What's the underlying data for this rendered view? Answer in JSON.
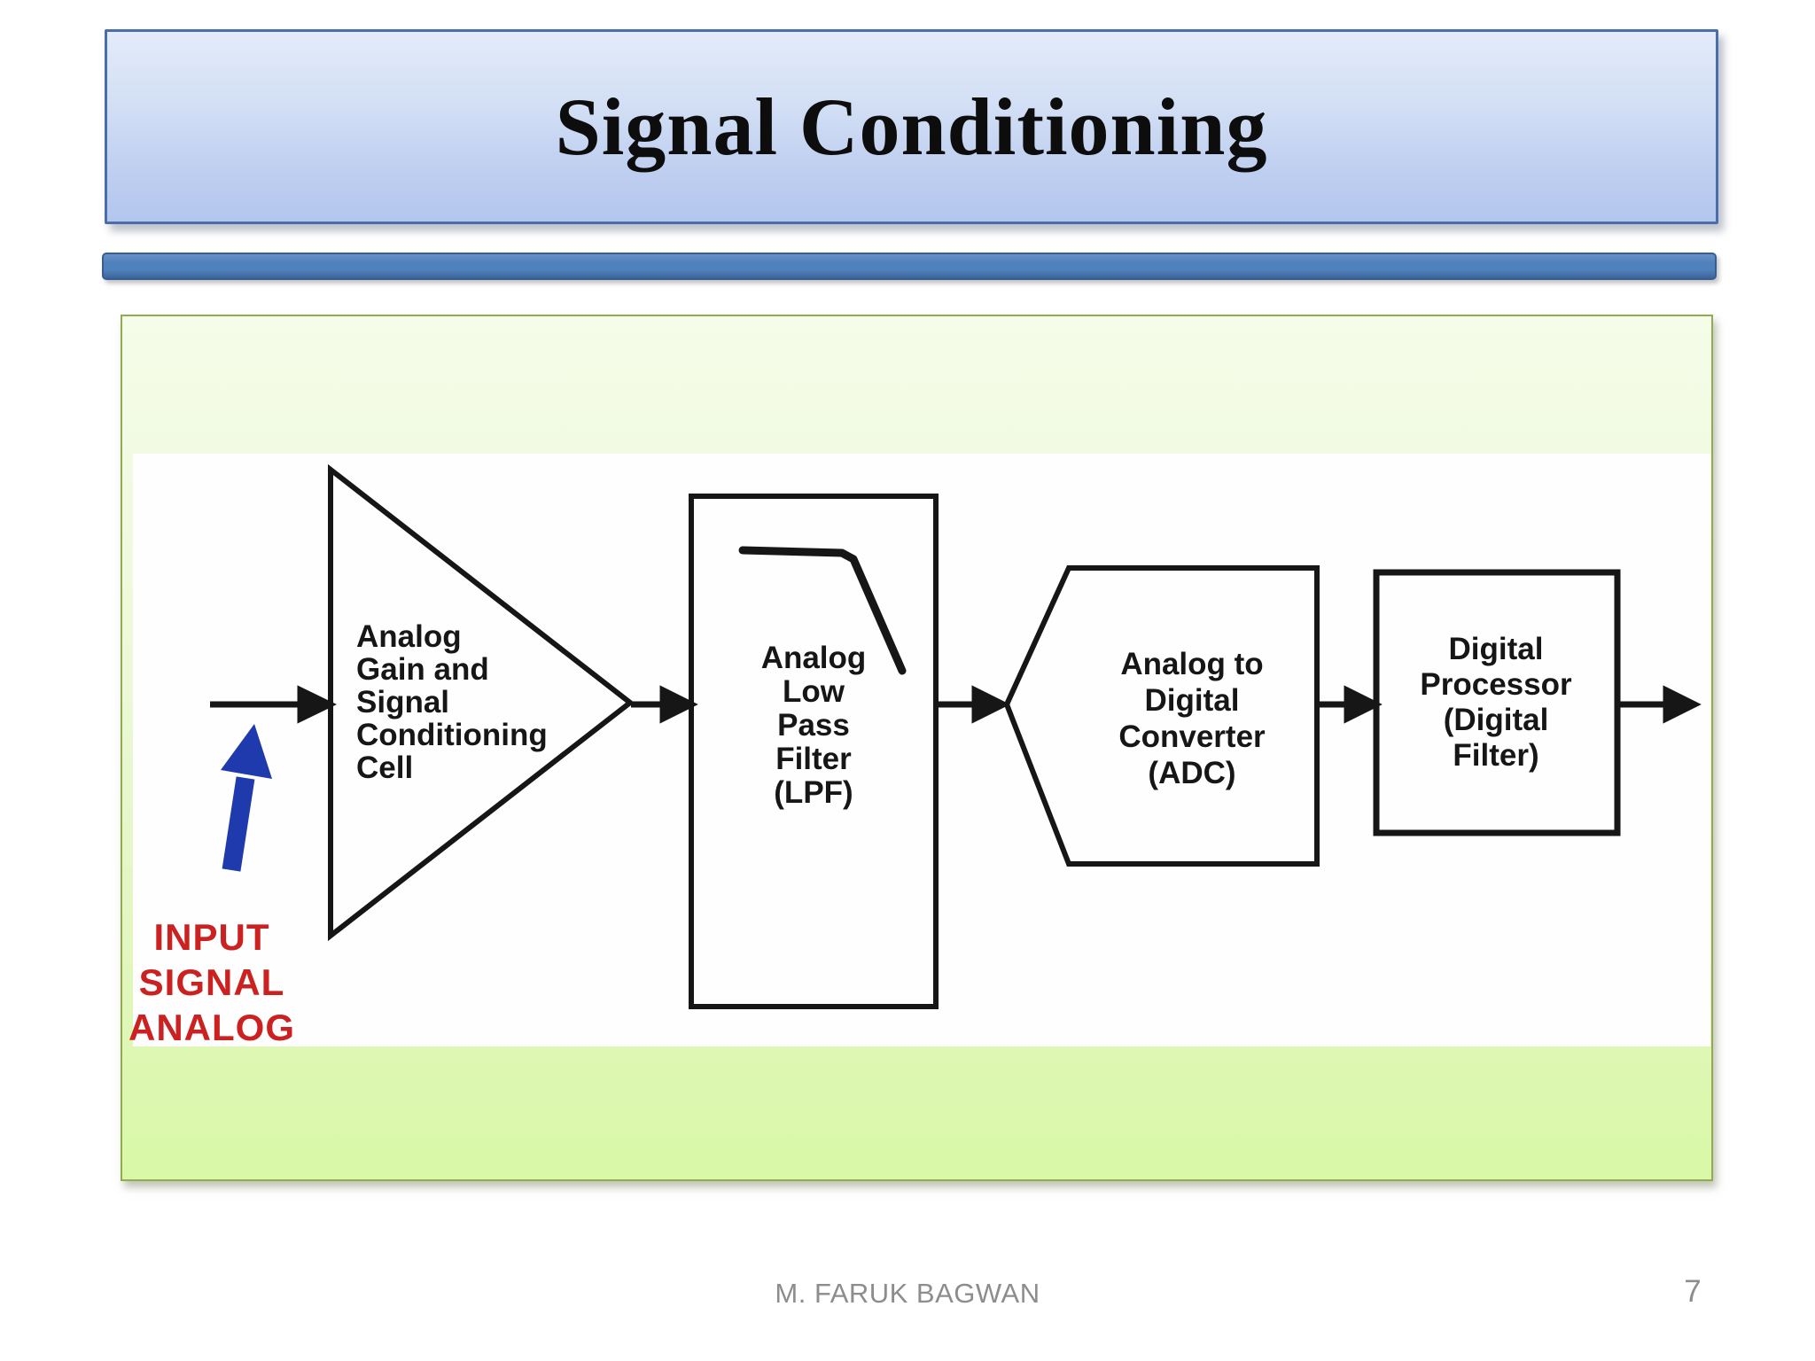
{
  "title": {
    "text": "Signal Conditioning"
  },
  "footer": {
    "author": "M. FARUK BAGWAN",
    "page_number": "7"
  },
  "diagram": {
    "input_signal_label": "INPUT\nSIGNAL\nANALOG",
    "blocks": {
      "amplifier": "Analog\nGain and\nSignal\nConditioning\nCell",
      "low_pass_filter": "Analog\nLow\nPass\nFilter\n(LPF)",
      "adc": "Analog to\nDigital\nConverter\n(ADC)",
      "digital_processor": "Digital\nProcessor\n(Digital\nFilter)"
    }
  },
  "colors": {
    "title_border": "#4a6ea9",
    "title_gradient_top": "#e3ebfa",
    "title_gradient_bottom": "#b3c6ee",
    "divider_fill": "#4f81bd",
    "panel_border": "#90ab52",
    "panel_gradient_top": "#f5fce9",
    "panel_gradient_bottom": "#d9f8a6",
    "diagram_ink": "#161616",
    "input_arrow_blue": "#1f3aad",
    "input_label_red": "#cb2121",
    "footer_gray": "#8d8d8d"
  }
}
